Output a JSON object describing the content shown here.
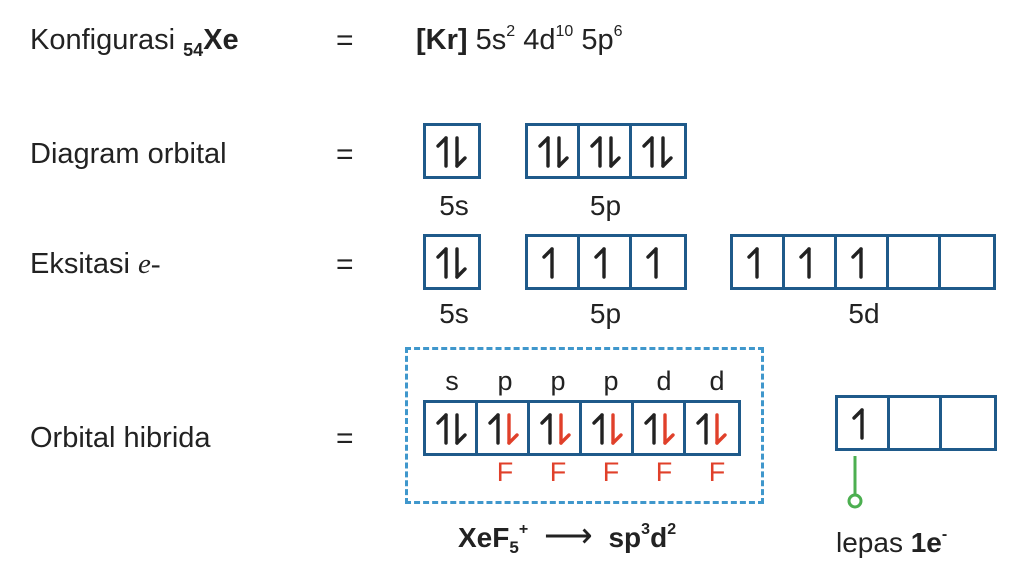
{
  "rows": {
    "config": {
      "label": "Konfigurasi",
      "atomic_number": "54",
      "element": "Xe",
      "equals": "=",
      "core": "[Kr]",
      "terms": [
        {
          "orbital": "5s",
          "electrons": "2"
        },
        {
          "orbital": "4d",
          "electrons": "10"
        },
        {
          "orbital": "5p",
          "electrons": "6"
        }
      ]
    },
    "diagram": {
      "label": "Diagram orbital",
      "equals": "=",
      "caption_5s": "5s",
      "caption_5p": "5p"
    },
    "excitation": {
      "label_text": "Eksitasi ",
      "label_e": "e",
      "label_sign": "-",
      "equals": "=",
      "caption_5s": "5s",
      "caption_5p": "5p",
      "caption_5d": "5d"
    },
    "hybrid": {
      "label": "Orbital hibrida",
      "equals": "=",
      "orbital_labels": [
        "s",
        "p",
        "p",
        "p",
        "d",
        "d"
      ],
      "fluorine_labels": [
        "F",
        "F",
        "F",
        "F",
        "F"
      ],
      "formula": "XeF",
      "formula_sub": "5",
      "formula_charge": "+",
      "arrow": "⟶",
      "hyb": "sp",
      "hyb_sup1": "3",
      "hyb_d": "d",
      "hyb_sup2": "2",
      "release_text": "lepas ",
      "release_bold": "1e",
      "release_sign": "-"
    }
  },
  "orbitals": {
    "diagram_5s": [
      "pair"
    ],
    "diagram_5p": [
      "pair",
      "pair",
      "pair"
    ],
    "exc_5s": [
      "pair"
    ],
    "exc_5p": [
      "up",
      "up",
      "up"
    ],
    "exc_5d": [
      "up",
      "up",
      "up",
      "empty",
      "empty"
    ],
    "hybrid": [
      "pair",
      "pair-red",
      "pair-red",
      "pair-red",
      "pair-red",
      "pair-red"
    ],
    "released": [
      "up",
      "empty",
      "empty"
    ]
  },
  "colors": {
    "box": "#1f5a8a",
    "dashed": "#3f97cc",
    "fluorine_electron": "#e0402a",
    "connector": "#4caf50"
  }
}
